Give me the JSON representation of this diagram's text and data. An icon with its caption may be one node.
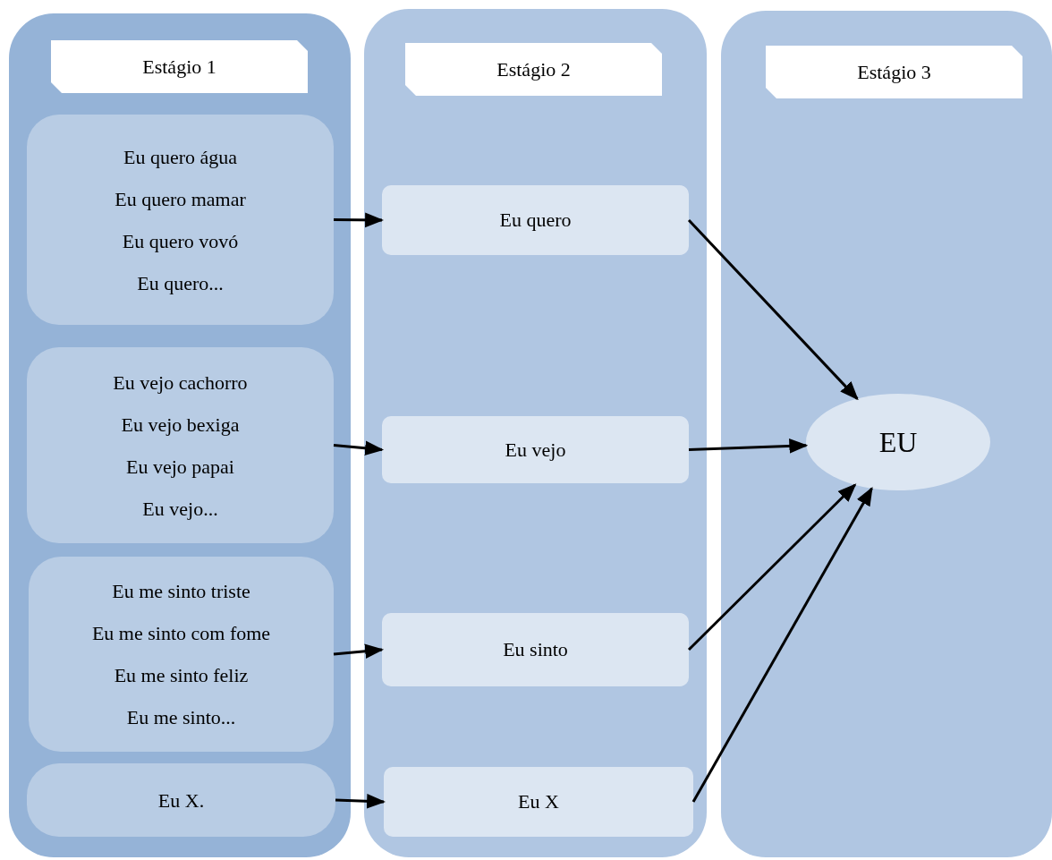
{
  "diagram": {
    "nodes": [
      {
        "text": [],
        "shape": "box"
      },
      {
        "text": [
          "Estágio 1"
        ],
        "in": 0
      },
      {
        "text": [
          "Eu quero água",
          "Eu quero mamar",
          "Eu quero vovó",
          "Eu quero..."
        ],
        "in": 0
      },
      {
        "text": [
          "Eu vejo cachorro",
          "Eu vejo bexiga",
          "Eu vejo papai",
          "Eu vejo..."
        ],
        "in": 0
      },
      {
        "text": [
          "Eu me sinto triste",
          "Eu me sinto com fome",
          "Eu me sinto feliz",
          "Eu me sinto..."
        ],
        "in": 0
      },
      {
        "text": [
          "Eu X."
        ],
        "in": 0
      },
      {
        "text": [],
        "shape": "box"
      },
      {
        "text": [
          "Estágio 2"
        ],
        "in": 6
      },
      {
        "text": [
          "Eu quero"
        ],
        "in": 6
      },
      {
        "text": [
          "Eu vejo"
        ],
        "in": 6
      },
      {
        "text": [
          "Eu sinto"
        ],
        "in": 6
      },
      {
        "text": [
          "Eu X"
        ],
        "in": 6
      },
      {
        "text": [],
        "shape": "box"
      },
      {
        "text": [
          "Estágio 3"
        ],
        "in": 12
      },
      {
        "text": [
          "EU"
        ],
        "in": 12
      }
    ],
    "edges": [
      {
        "from": 2,
        "to": 8,
        "arrow": "to"
      },
      {
        "from": 3,
        "to": 9,
        "arrow": "to"
      },
      {
        "from": 4,
        "to": 10,
        "arrow": "to"
      },
      {
        "from": 5,
        "to": 11,
        "arrow": "to"
      },
      {
        "from": 8,
        "to": 14,
        "arrow": "to"
      },
      {
        "from": 9,
        "to": 14,
        "arrow": "to"
      },
      {
        "from": 10,
        "to": 14,
        "arrow": "to"
      },
      {
        "from": 11,
        "to": 14,
        "arrow": "to"
      }
    ]
  }
}
